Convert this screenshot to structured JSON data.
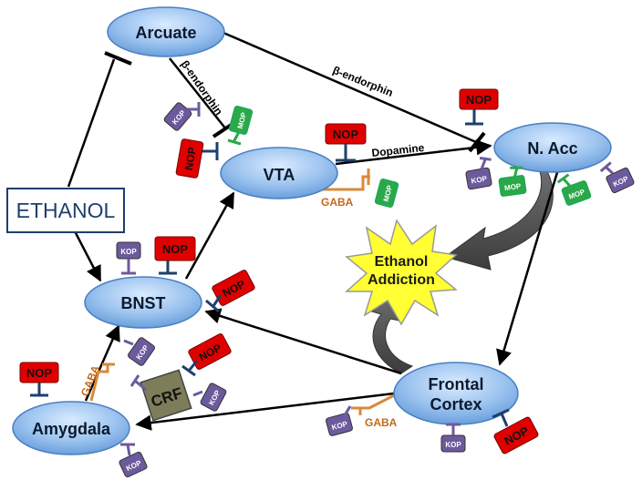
{
  "diagram": {
    "nodes": {
      "arcuate": "Arcuate",
      "vta": "VTA",
      "nacc": "N. Acc",
      "bnst": "BNST",
      "amygdala": "Amygdala",
      "frontal_line1": "Frontal",
      "frontal_line2": "Cortex"
    },
    "ethanol": "ETHANOL",
    "addiction_line1": "Ethanol",
    "addiction_line2": "Addiction",
    "crf": "CRF",
    "edges": {
      "beta_endorphin_1": "β-endorphin",
      "beta_endorphin_2": "β-endorphin",
      "dopamine": "Dopamine",
      "gaba_vta": "GABA",
      "gaba_amygdala": "GABA",
      "gaba_frontal": "GABA"
    },
    "receptors": {
      "nop": "NOP",
      "kop": "KOP",
      "mop": "MOP"
    },
    "colors": {
      "node_fill": "#9cc3ef",
      "node_stroke": "#4a7fc1",
      "nop": "#e00000",
      "kop": "#6c5a9c",
      "mop": "#2aa84a",
      "gaba": "#d78a3a",
      "crf": "#7d7d5a",
      "arrow_big": "#555555",
      "burst": "#ffff33",
      "ethanol_box": "#1f3f6e"
    }
  }
}
